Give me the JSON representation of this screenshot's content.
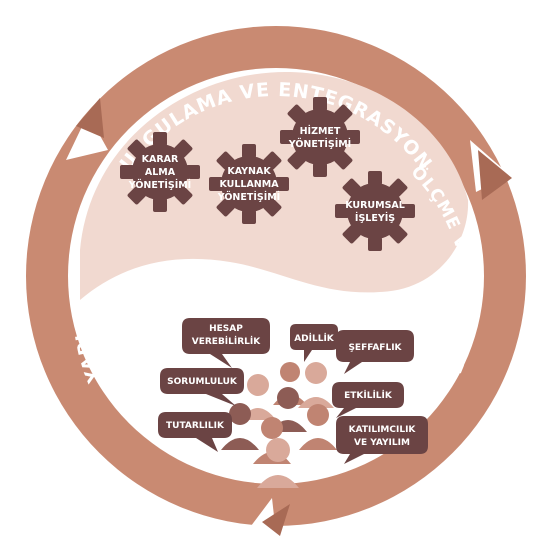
{
  "ring": {
    "top_label": "UYGULAMA VE ENTEGRASYON",
    "right_label": "ÖLÇME VE ÖĞRENME",
    "left_label": "YAPI"
  },
  "gears": {
    "karar": [
      "KARAR",
      "ALMA",
      "YÖNETİŞİMİ"
    ],
    "kaynak": [
      "KAYNAK",
      "KULLANMA",
      "YÖNETİŞİMİ"
    ],
    "hizmet": [
      "HİZMET",
      "YÖNETİŞİMİ"
    ],
    "kurumsal": [
      "KURUMSAL",
      "İŞLEYİŞ"
    ]
  },
  "principles": {
    "hesap": [
      "HESAP",
      "VEREBİLİRLİK"
    ],
    "adillik": [
      "ADİLLİK"
    ],
    "seffaflik": [
      "ŞEFFAFLIK"
    ],
    "sorumluluk": [
      "SORUMLULUK"
    ],
    "etkililik": [
      "ETKİLİLİK"
    ],
    "tutarlilik": [
      "TUTARLILIK"
    ],
    "katilimcilik": [
      "KATILIMCILIK",
      "VE YAYILIM"
    ]
  },
  "colors": {
    "ring": "#c98a72",
    "ring_dark": "#a86a55",
    "inner_top": "#f1d9d0",
    "gear": "#6b4444",
    "bubble": "#6b4444",
    "people_light": "#d9a99a",
    "people_mid": "#c08472",
    "people_dark": "#8d5c55"
  }
}
